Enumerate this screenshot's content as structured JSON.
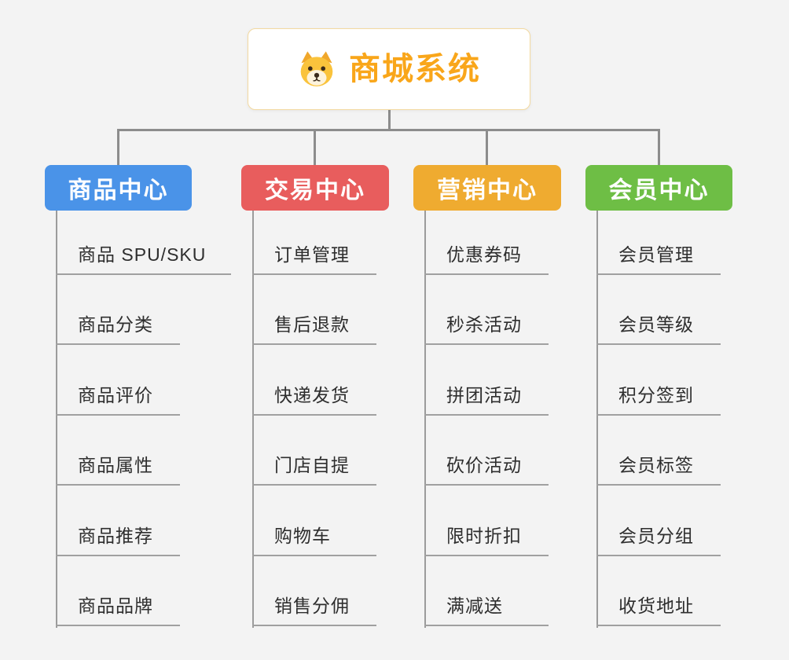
{
  "root": {
    "title": "商城系统",
    "title_color": "#f9a61a",
    "icon": "dog-icon"
  },
  "colors": {
    "connector": "#8c8c8c",
    "underline": "#a0a0a0",
    "root_border": "#f3d9a0"
  },
  "branches": [
    {
      "label": "商品中心",
      "color": "#4a93e8",
      "children": [
        "商品 SPU/SKU",
        "商品分类",
        "商品评价",
        "商品属性",
        "商品推荐",
        "商品品牌"
      ]
    },
    {
      "label": "交易中心",
      "color": "#e85d5d",
      "children": [
        "订单管理",
        "售后退款",
        "快递发货",
        "门店自提",
        "购物车",
        "销售分佣"
      ]
    },
    {
      "label": "营销中心",
      "color": "#efab30",
      "children": [
        "优惠券码",
        "秒杀活动",
        "拼团活动",
        "砍价活动",
        "限时折扣",
        "满减送"
      ]
    },
    {
      "label": "会员中心",
      "color": "#6ebe45",
      "children": [
        "会员管理",
        "会员等级",
        "积分签到",
        "会员标签",
        "会员分组",
        "收货地址"
      ]
    }
  ]
}
